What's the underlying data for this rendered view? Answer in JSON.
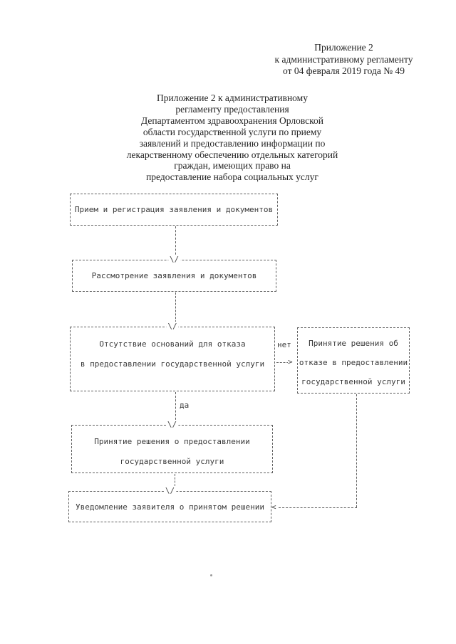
{
  "header": {
    "lines": [
      "Приложение 2",
      "к административному регламенту",
      "от 04 февраля 2019 года № 49"
    ]
  },
  "title": {
    "lines": [
      "Приложение 2 к административному",
      "регламенту предоставления",
      "Департаментом здравоохранения Орловской",
      "области государственной услуги по приему",
      "заявлений и предоставлению информации по",
      "лекарственному обеспечению отдельных категорий",
      "граждан, имеющих право на",
      "предоставление набора социальных услуг"
    ]
  },
  "flowchart": {
    "boxes": {
      "reception": {
        "lines": [
          "Прием и регистрация заявления и документов"
        ]
      },
      "review": {
        "lines": [
          "Рассмотрение заявления и документов"
        ]
      },
      "check": {
        "lines": [
          "Отсутствие оснований для отказа",
          "в предоставлении государственной услуги"
        ]
      },
      "refusal": {
        "lines": [
          "Принятие решения об",
          "отказе в предоставлении",
          "государственной услуги"
        ]
      },
      "approval": {
        "lines": [
          "Принятие решения о предоставлении",
          "государственной услуги"
        ]
      },
      "notification": {
        "lines": [
          "Уведомление заявителя о принятом решении"
        ]
      }
    },
    "labels": {
      "no": "нет",
      "yes": "да"
    },
    "glyphs": {
      "down": "\\/",
      "right": ">",
      "left": "<"
    }
  },
  "colors": {
    "ink": "#2f2f2f",
    "line": "#606060",
    "paper": "#ffffff"
  }
}
